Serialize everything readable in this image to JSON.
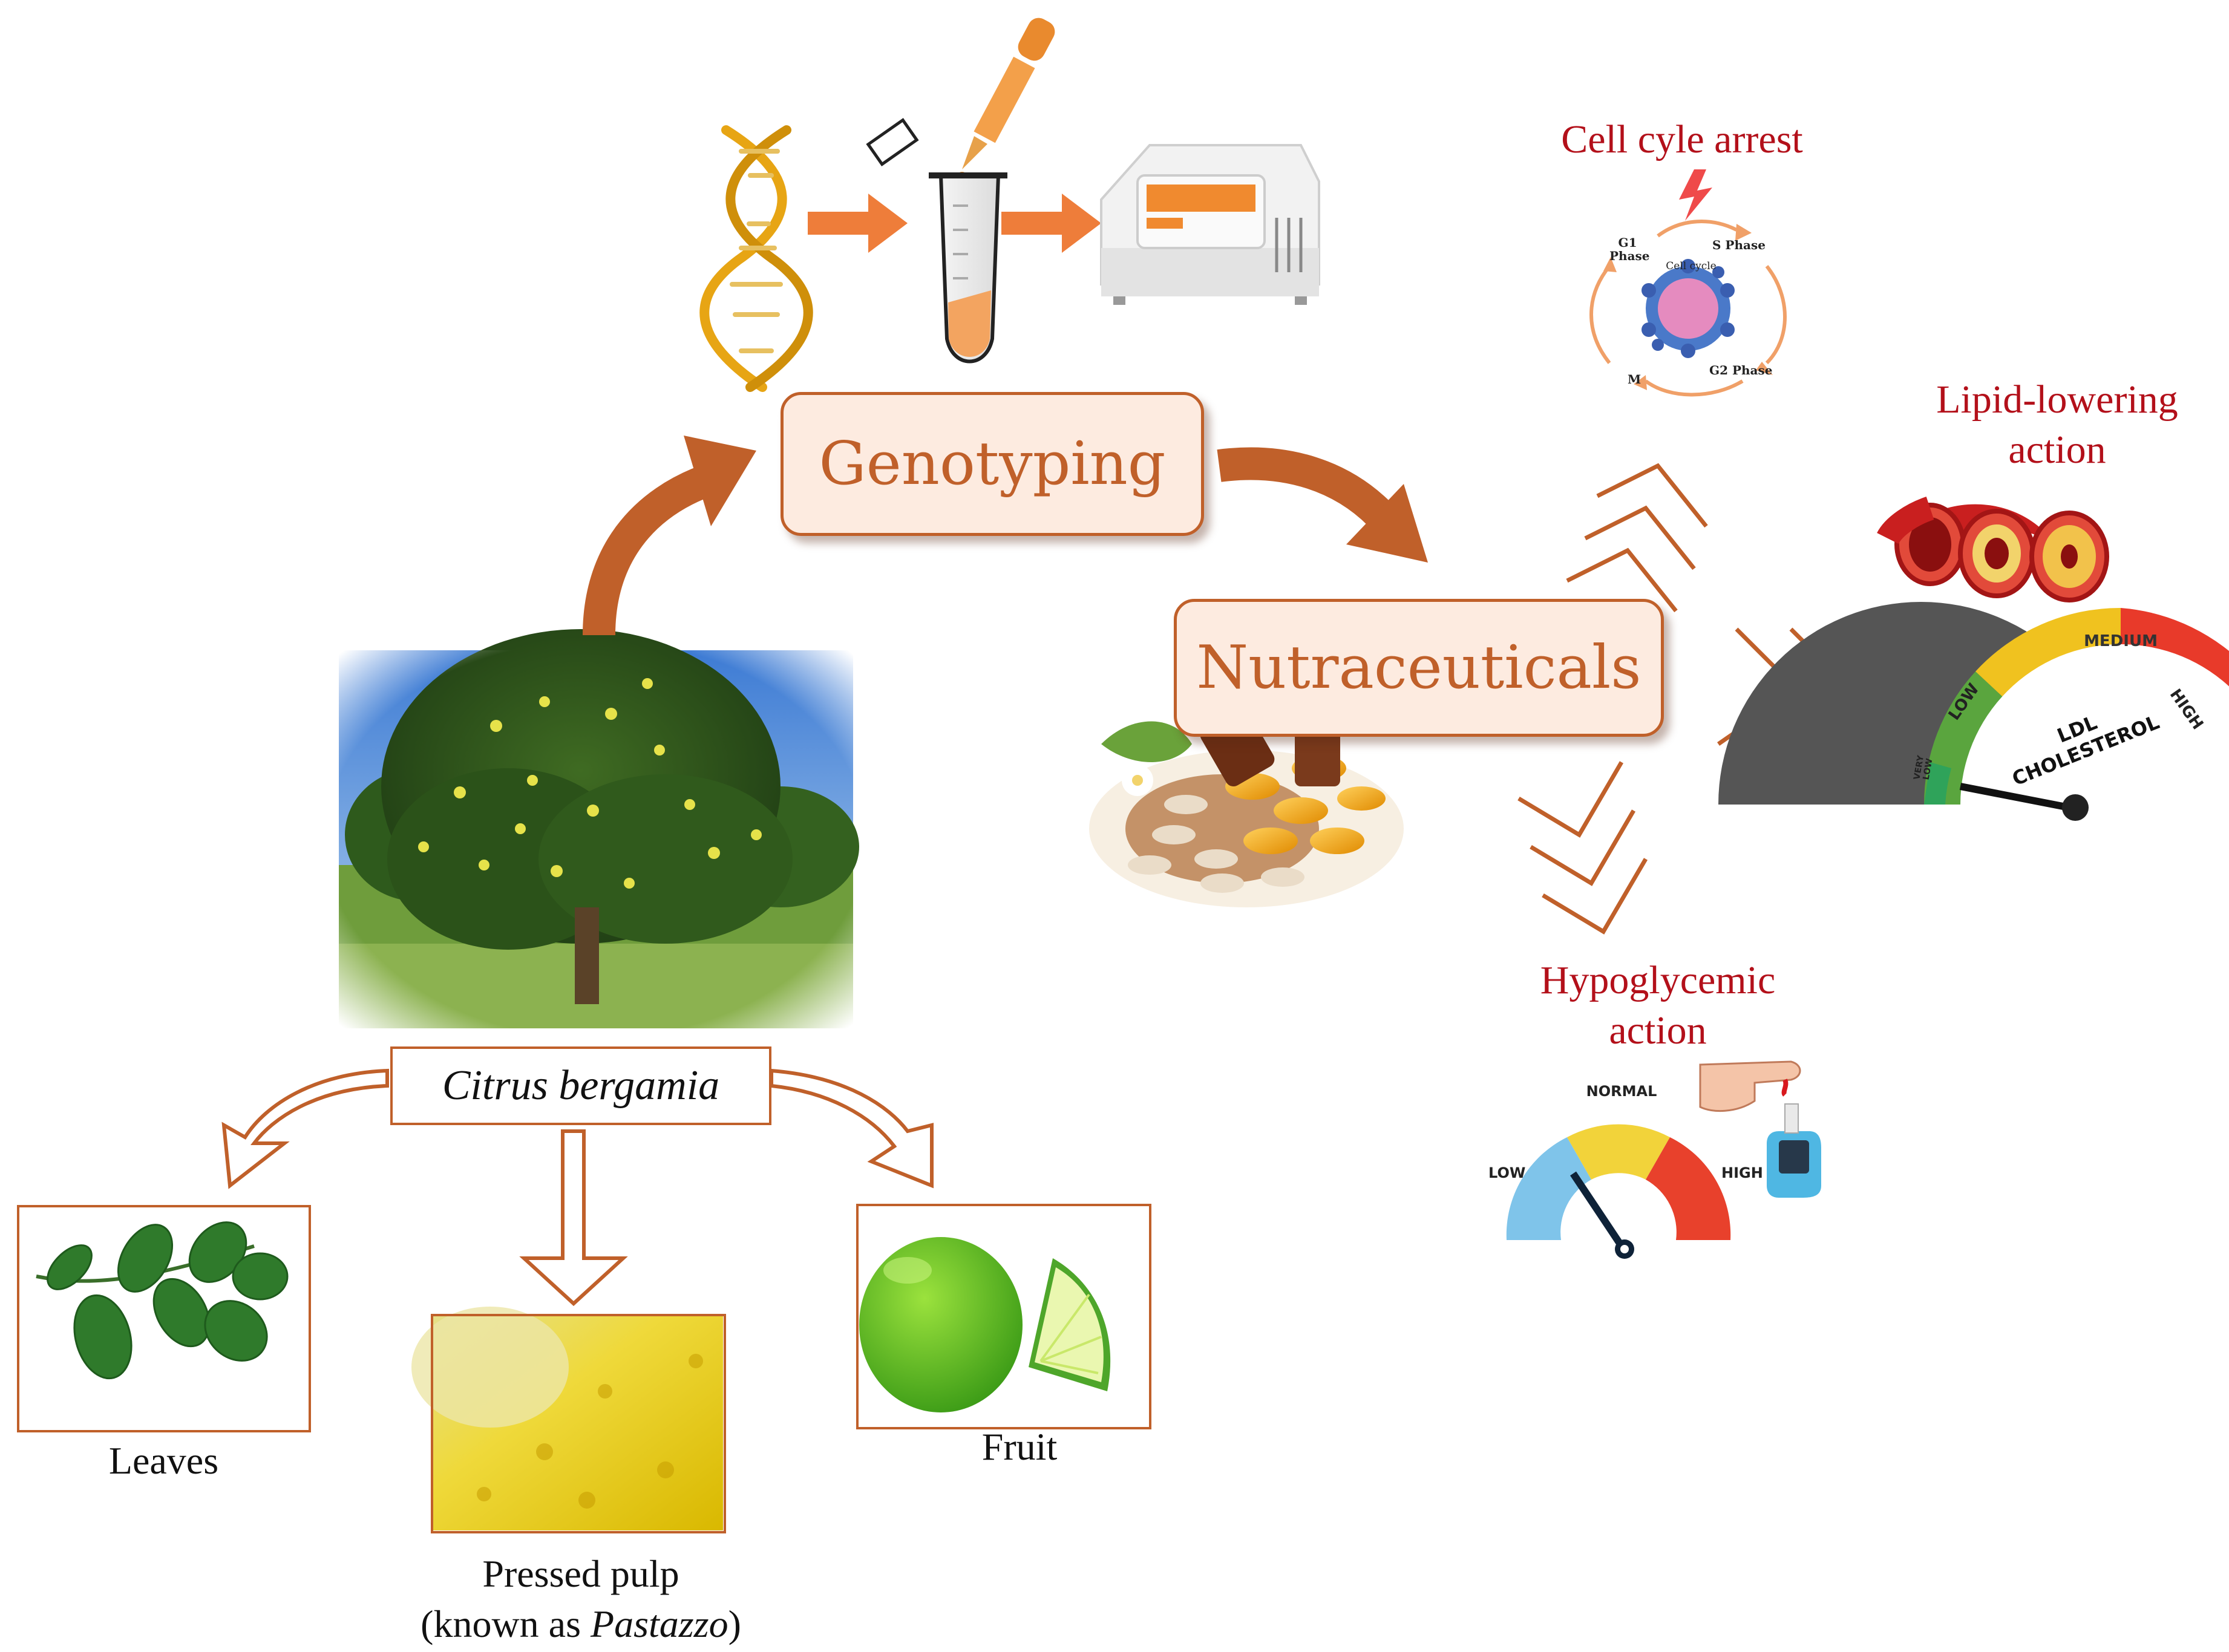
{
  "hub": {
    "genotyping": "Genotyping",
    "nutraceuticals": "Nutraceuticals"
  },
  "source": {
    "species": "Citrus bergamia"
  },
  "parts": {
    "leaves": "Leaves",
    "fruit": "Fruit",
    "pulp_line1": "Pressed pulp",
    "pulp_line2_prefix": "(known as ",
    "pulp_line2_italic": "Pastazzo",
    "pulp_line2_suffix": ")"
  },
  "effects": {
    "cell_cycle": {
      "title": "Cell cyle arrest",
      "g1": "G1",
      "g1_phase": "Phase",
      "s_phase": "S Phase",
      "center": "Cell cycle",
      "g2_phase": "G2 Phase",
      "m": "M"
    },
    "lipid": {
      "title_line1": "Lipid-lowering",
      "title_line2": "action",
      "gauge_medium": "MEDIUM",
      "gauge_low": "LOW",
      "gauge_high": "HIGH",
      "gauge_very": "VERY",
      "gauge_very_low": "LOW",
      "gauge_center": "LDL CHOLESTEROL"
    },
    "hypo": {
      "title_line1": "Hypoglycemic",
      "title_line2": "action",
      "gauge_normal": "NORMAL",
      "gauge_low": "LOW",
      "gauge_high": "HIGH"
    }
  },
  "colors": {
    "accent": "#c0602a",
    "box_fill": "#fdebe0",
    "effect_title": "#b3101a"
  }
}
